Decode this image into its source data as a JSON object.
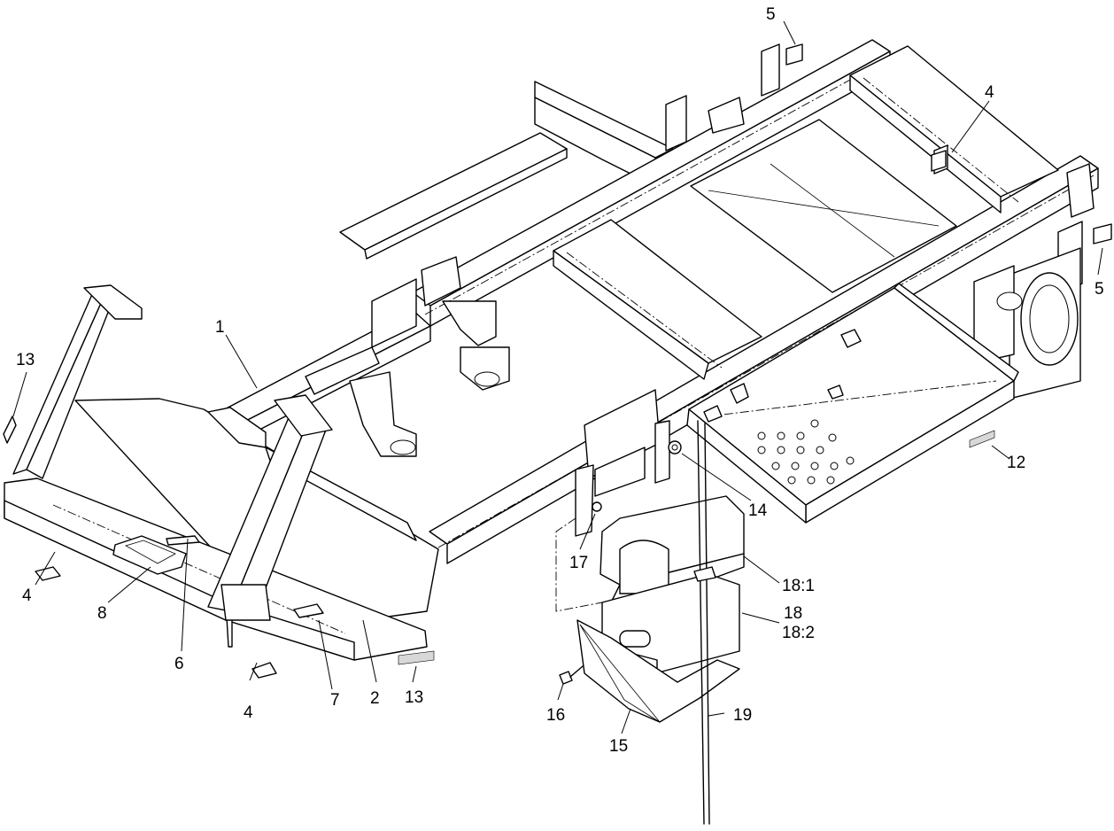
{
  "callouts": [
    {
      "id": "c1",
      "label": "1"
    },
    {
      "id": "c2",
      "label": "2"
    },
    {
      "id": "c4a",
      "label": "4"
    },
    {
      "id": "c4b",
      "label": "4"
    },
    {
      "id": "c4c",
      "label": "4"
    },
    {
      "id": "c5a",
      "label": "5"
    },
    {
      "id": "c5b",
      "label": "5"
    },
    {
      "id": "c6",
      "label": "6"
    },
    {
      "id": "c7",
      "label": "7"
    },
    {
      "id": "c8",
      "label": "8"
    },
    {
      "id": "c12",
      "label": "12"
    },
    {
      "id": "c13a",
      "label": "13"
    },
    {
      "id": "c13b",
      "label": "13"
    },
    {
      "id": "c14",
      "label": "14"
    },
    {
      "id": "c15",
      "label": "15"
    },
    {
      "id": "c16",
      "label": "16"
    },
    {
      "id": "c17",
      "label": "17"
    },
    {
      "id": "c18_1",
      "label": "18:1"
    },
    {
      "id": "c18",
      "label": "18"
    },
    {
      "id": "c18_2",
      "label": "18:2"
    },
    {
      "id": "c19",
      "label": "19"
    }
  ],
  "colors": {
    "line": "#000000",
    "background": "#ffffff",
    "decal": "#d8d8d8"
  }
}
